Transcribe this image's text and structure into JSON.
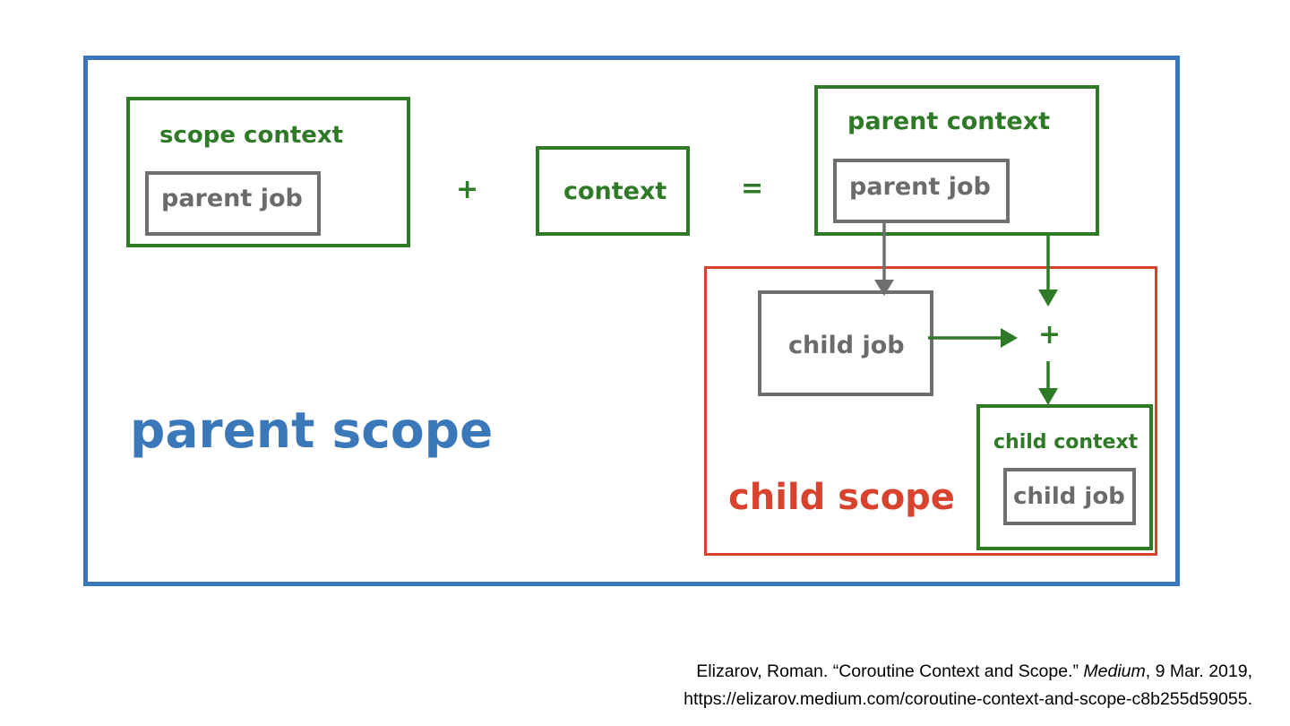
{
  "parent_scope": {
    "label": "parent scope"
  },
  "scope_context": {
    "label": "scope context",
    "inner_job": "parent job"
  },
  "plus_symbol": "+",
  "context_box": {
    "label": "context"
  },
  "equals_symbol": "=",
  "parent_context": {
    "label": "parent context",
    "inner_job": "parent job"
  },
  "child_scope": {
    "label": "child scope",
    "child_job": "child job",
    "plus_symbol": "+",
    "child_context": {
      "label": "child context",
      "inner_job": "child job"
    }
  },
  "citation": {
    "prefix": "Elizarov, Roman. “Coroutine Context and Scope.” ",
    "journal": "Medium",
    "suffix": ", 9 Mar. 2019,",
    "url": "https://elizarov.medium.com/coroutine-context-and-scope-c8b255d59055."
  },
  "colors": {
    "scope_border": "#3b78ba",
    "context_border": "#2f7a26",
    "job_border": "#6f6f6f",
    "child_scope_border": "#d9432e"
  }
}
